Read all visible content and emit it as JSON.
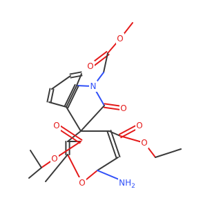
{
  "molecule": {
    "atoms": [
      {
        "label": "O",
        "color": "#e41a1a"
      },
      {
        "label": "O",
        "color": "#e41a1a"
      },
      {
        "label": "N",
        "color": "#3050f8"
      },
      {
        "label": "O",
        "color": "#e41a1a"
      },
      {
        "label": "O",
        "color": "#e41a1a"
      },
      {
        "label": "O",
        "color": "#e41a1a"
      },
      {
        "label": "O",
        "color": "#e41a1a"
      },
      {
        "label": "O",
        "color": "#e41a1a"
      },
      {
        "label": "O",
        "color": "#e41a1a"
      },
      {
        "label": "NH",
        "subscript": "2",
        "color": "#3050f8"
      }
    ]
  }
}
